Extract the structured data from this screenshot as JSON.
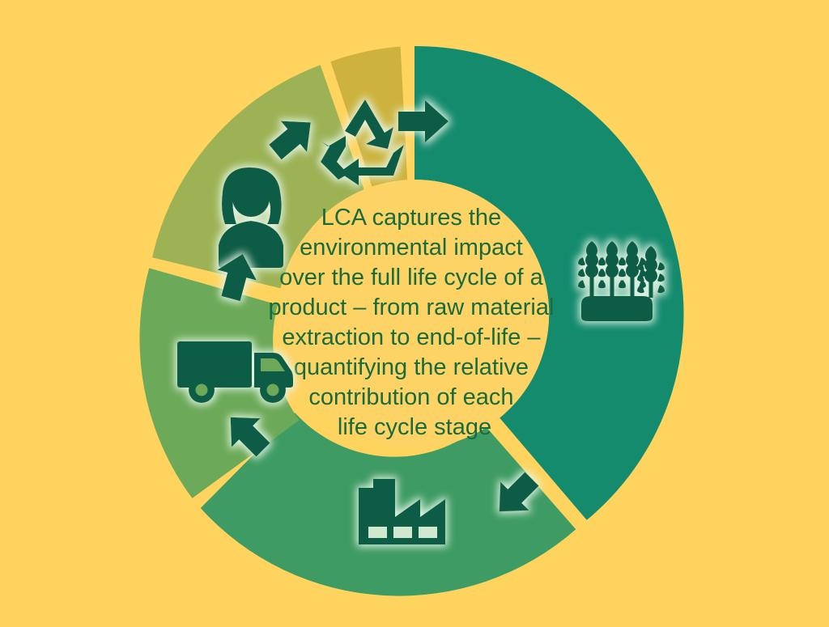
{
  "diagram": {
    "type": "life-cycle-wheel",
    "background_color": "#FFD45E",
    "gap_color": "#FFD45E",
    "icon_color": "#0E5C45",
    "icon_glow_color": "#D9F2DF",
    "center_circle_color": "#FCD364",
    "center_text_color": "#1A6B3C",
    "center_text_lines": [
      "LCA captures the",
      "environmental impact",
      "over the full life cycle of a",
      "product – from raw material",
      "extraction to end-of-life –",
      "quantifying the relative",
      "contribution of each",
      "life cycle stage"
    ],
    "center_text_full": "LCA captures the environmental impact over the full life cycle of a product – from raw material extraction to end-of-life – quantifying the relative contribution of each life cycle stage",
    "segments": [
      {
        "id": "raw-materials",
        "icon": "wheat-crops-icon",
        "color": "#158B6E",
        "start_angle": 0,
        "end_angle": 140,
        "sweep": 140
      },
      {
        "id": "manufacturing",
        "icon": "factory-icon",
        "color": "#3E9B63",
        "start_angle": 143,
        "end_angle": 233,
        "sweep": 90
      },
      {
        "id": "transport",
        "icon": "delivery-truck-icon",
        "color": "#6CA958",
        "start_angle": 236,
        "end_angle": 296,
        "sweep": 60
      },
      {
        "id": "use-consumer",
        "icon": "person-consumer-icon",
        "color": "#9CB254",
        "start_angle": 299,
        "end_angle": 339,
        "sweep": 40
      },
      {
        "id": "end-of-life-recycling",
        "icon": "recycling-icon",
        "color": "#CDB33E",
        "start_angle": 342,
        "end_angle": 357,
        "sweep": 15
      }
    ],
    "flow_arrows": [
      {
        "id": "arrow-to-raw-materials",
        "direction": "right",
        "rotation": 0
      },
      {
        "id": "arrow-to-manufacturing",
        "direction": "down-left",
        "rotation": 135
      },
      {
        "id": "arrow-to-transport",
        "direction": "up-left",
        "rotation": 225
      },
      {
        "id": "arrow-to-use",
        "direction": "up",
        "rotation": 285
      },
      {
        "id": "arrow-to-recycling",
        "direction": "up-right",
        "rotation": 320
      }
    ]
  }
}
